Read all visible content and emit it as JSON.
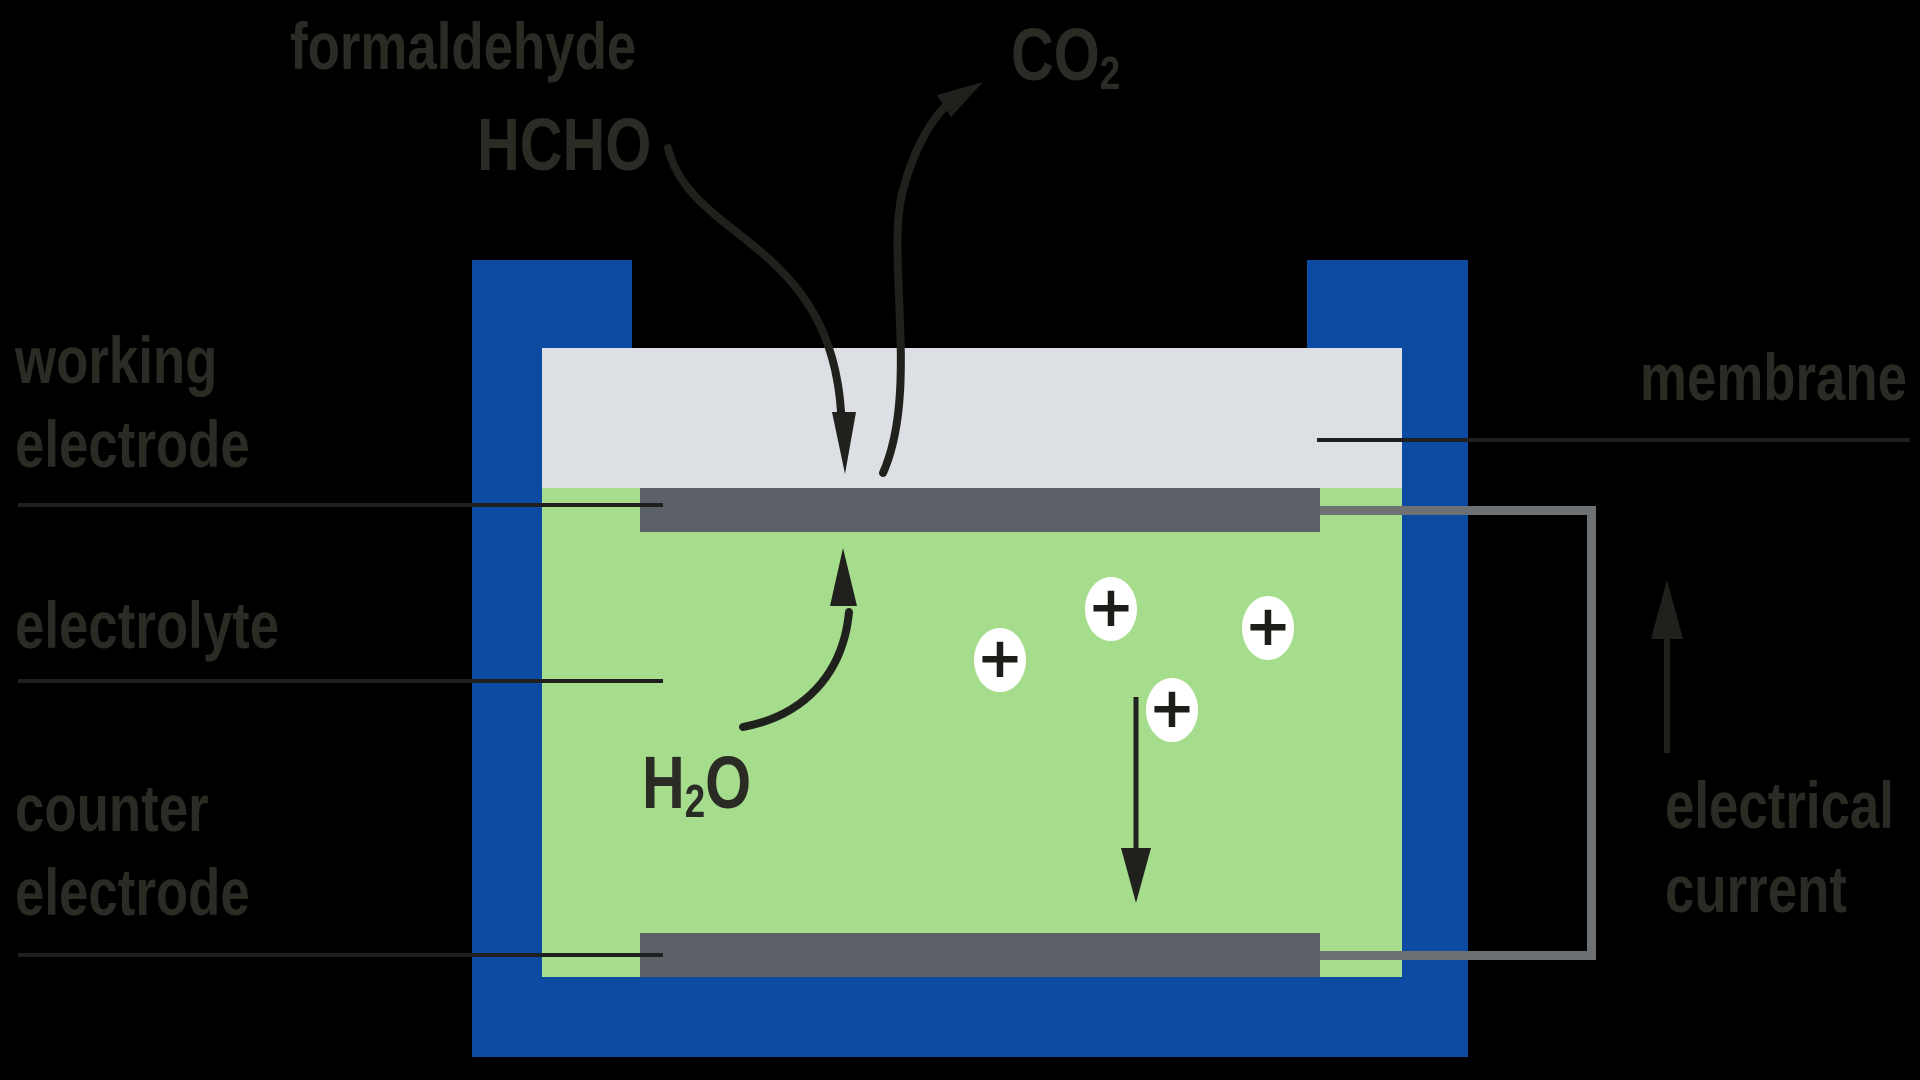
{
  "diagram_title": "electrochemical formaldehyde sensor cell",
  "colors": {
    "background": "#000000",
    "container_blue": "#0c4ba1",
    "electrolyte_green": "#a6dd8d",
    "membrane_gray": "#dcdfe3",
    "electrode_gray": "#5c6167",
    "wire_gray": "#6d7174",
    "text_dark": "#2b2b25",
    "ion_fill": "#ffffff"
  },
  "labels": {
    "formaldehyde": "formaldehyde",
    "hcho": "HCHO",
    "co2_main": "CO",
    "co2_sub": "2",
    "h2o_pre": "H",
    "h2o_sub": "2",
    "h2o_post": "O",
    "working_line1": "working",
    "working_line2": "electrode",
    "electrolyte": "electrolyte",
    "counter_line1": "counter",
    "counter_line2": "electrode",
    "membrane": "membrane",
    "current_line1": "electrical",
    "current_line2": "current"
  },
  "ions": {
    "items": [
      {
        "symbol": "+"
      },
      {
        "symbol": "+"
      },
      {
        "symbol": "+"
      },
      {
        "symbol": "+"
      }
    ]
  }
}
